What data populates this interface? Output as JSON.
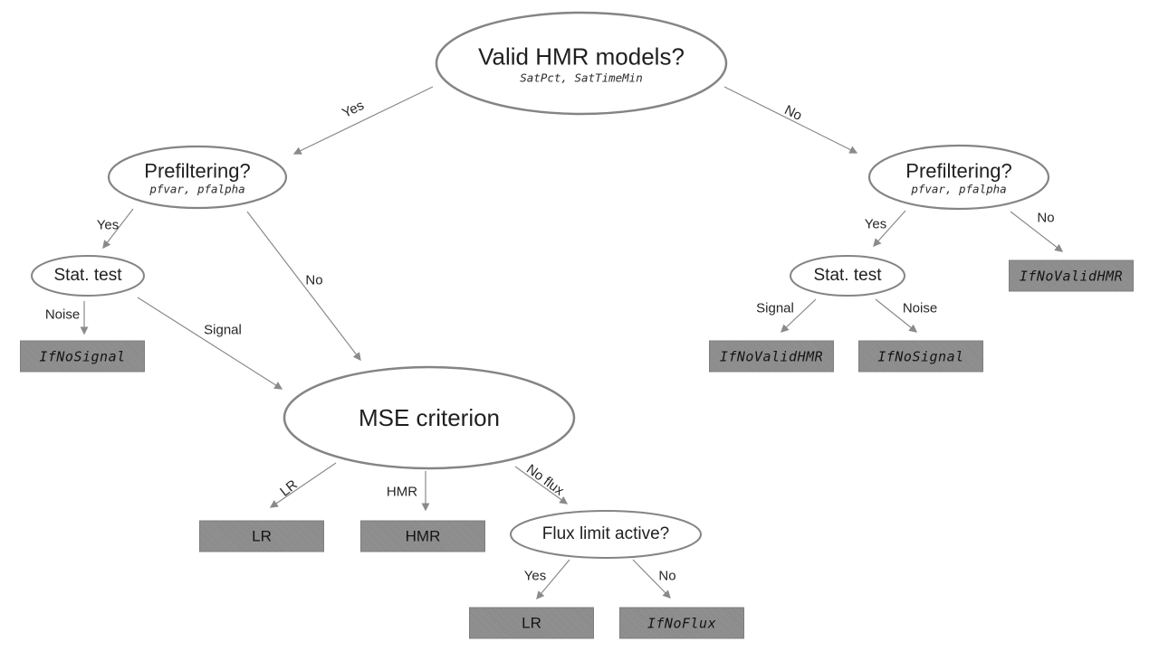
{
  "diagram": {
    "nodes": {
      "valid_hmr": {
        "title": "Valid HMR models?",
        "params": "SatPct, SatTimeMin"
      },
      "prefilter_left": {
        "title": "Prefiltering?",
        "params": "pfvar, pfalpha"
      },
      "prefilter_right": {
        "title": "Prefiltering?",
        "params": "pfvar, pfalpha"
      },
      "stat_test_left": {
        "title": "Stat. test"
      },
      "stat_test_right": {
        "title": "Stat. test"
      },
      "mse_criterion": {
        "title": "MSE criterion"
      },
      "flux_limit": {
        "title": "Flux limit active?"
      }
    },
    "edge_labels": {
      "top_yes": "Yes",
      "top_no": "No",
      "left_pf_yes": "Yes",
      "left_pf_no": "No",
      "left_stat_noise": "Noise",
      "left_stat_signal": "Signal",
      "mse_lr": "LR",
      "mse_hmr": "HMR",
      "mse_noflux": "No flux",
      "flux_yes": "Yes",
      "flux_no": "No",
      "right_pf_yes": "Yes",
      "right_pf_no": "No",
      "right_stat_signal": "Signal",
      "right_stat_noise": "Noise"
    },
    "outcomes": {
      "left_if_no_signal": "IfNoSignal",
      "mse_lr_box": "LR",
      "mse_hmr_box": "HMR",
      "flux_lr_box": "LR",
      "flux_if_no_flux": "IfNoFlux",
      "right_if_no_valid_hmr": "IfNoValidHMR",
      "right_signal_if_no_valid_hmr": "IfNoValidHMR",
      "right_noise_if_no_signal": "IfNoSignal"
    },
    "colors": {
      "line": "#8a8a8a",
      "ellipse_stroke": "#848484",
      "outcome_fill": "#8d8d8d",
      "text": "#1f1f1f",
      "background": "#ffffff"
    }
  }
}
